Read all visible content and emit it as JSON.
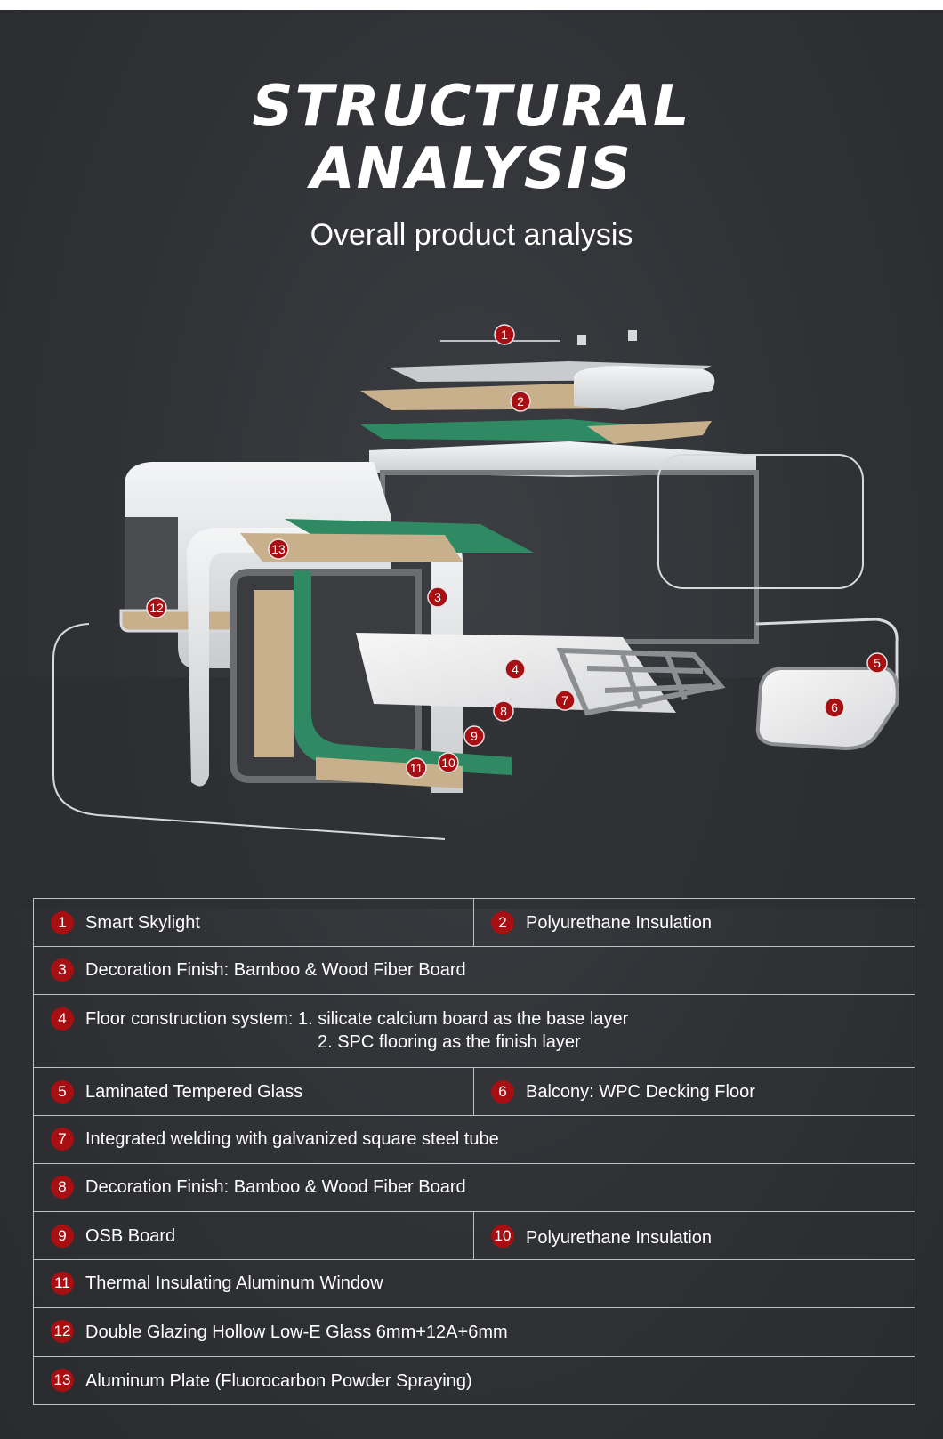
{
  "header": {
    "title_line1": "STRUCTURAL",
    "title_line2": "ANALYSIS",
    "subtitle": "Overall product analysis"
  },
  "markers": [
    "1",
    "2",
    "3",
    "4",
    "5",
    "6",
    "7",
    "8",
    "9",
    "10",
    "11",
    "12",
    "13"
  ],
  "legend": [
    {
      "num": "1",
      "text": "Smart Skylight"
    },
    {
      "num": "2",
      "text": "Polyurethane Insulation"
    },
    {
      "num": "3",
      "text": "Decoration Finish:  Bamboo & Wood Fiber Board"
    },
    {
      "num": "4",
      "text": "Floor construction system: 1. silicate calcium board as the base layer",
      "text2": "2. SPC flooring as the finish layer"
    },
    {
      "num": "5",
      "text": "Laminated Tempered Glass"
    },
    {
      "num": "6",
      "text": "Balcony: WPC Decking Floor"
    },
    {
      "num": "7",
      "text": "Integrated welding with galvanized square steel tube"
    },
    {
      "num": "8",
      "text": "Decoration Finish:  Bamboo & Wood Fiber Board"
    },
    {
      "num": "9",
      "text": "OSB Board"
    },
    {
      "num": "10",
      "text": "Polyurethane Insulation"
    },
    {
      "num": "11",
      "text": "Thermal Insulating Aluminum Window"
    },
    {
      "num": "12",
      "text": "Double Glazing Hollow Low-E Glass 6mm+12A+6mm"
    },
    {
      "num": "13",
      "text": "Aluminum Plate (Fluorocarbon Powder Spraying)"
    }
  ],
  "colors": {
    "background": "#2f3135",
    "marker_red": "#a70f12",
    "insulation_green": "#2f8a63",
    "wood_beige": "#c9b08c",
    "shell_white": "#e9eaec"
  }
}
